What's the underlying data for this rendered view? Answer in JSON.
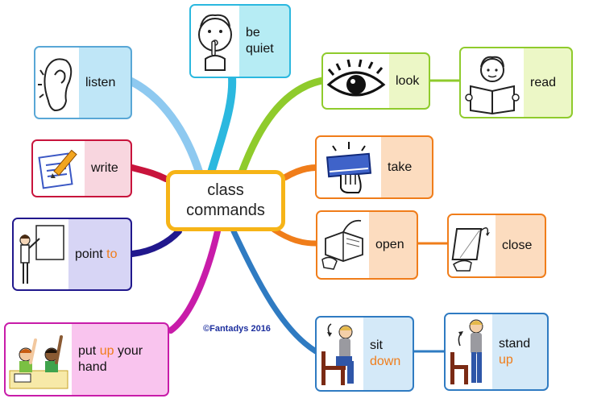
{
  "title": [
    "class",
    "commands"
  ],
  "credit": "©Fantadys 2016",
  "colors": {
    "center_border": "#f6b417",
    "blue_card": "#bfe6f7",
    "blue_border": "#59a7d6",
    "cyan_card": "#b6ecf4",
    "cyan_border": "#2bb8df",
    "green_card": "#ecf7c6",
    "green_border": "#8fcb2c",
    "orange_card": "#fcdcbf",
    "orange_border": "#f07d1a",
    "red_card": "#f8d6df",
    "red_border": "#c8143c",
    "purple_card": "#d7d5f5",
    "purple_border": "#21188d",
    "pink_card": "#f9c4ee",
    "pink_border": "#c81ca9",
    "steel_card": "#d4e9f8",
    "steel_border": "#2f7bc2",
    "text_accent": "#f07d1a"
  },
  "nodes": {
    "be_quiet": {
      "lines": [
        "be",
        "quiet"
      ],
      "icon": "finger-on-lips-icon"
    },
    "listen": {
      "lines": [
        "listen"
      ],
      "icon": "ear-icon"
    },
    "write": {
      "lines": [
        "write"
      ],
      "icon": "pencil-paper-icon"
    },
    "point_to": {
      "word": "point",
      "accent": "to",
      "icon": "pointing-board-icon"
    },
    "put_up_hand": {
      "pre": "put",
      "accent": "up",
      "post": "your",
      "line2": "hand",
      "icon": "raised-hands-icon"
    },
    "look": {
      "lines": [
        "look"
      ],
      "icon": "eye-icon"
    },
    "read": {
      "lines": [
        "read"
      ],
      "icon": "reading-child-icon"
    },
    "take": {
      "lines": [
        "take"
      ],
      "icon": "hand-book-icon"
    },
    "open": {
      "lines": [
        "open"
      ],
      "icon": "open-book-icon"
    },
    "close": {
      "lines": [
        "close"
      ],
      "icon": "closing-book-icon"
    },
    "sit_down": {
      "word": "sit",
      "accent": "down",
      "icon": "sitting-boy-icon"
    },
    "stand_up": {
      "word": "stand",
      "accent": "up",
      "icon": "standing-boy-icon"
    }
  }
}
